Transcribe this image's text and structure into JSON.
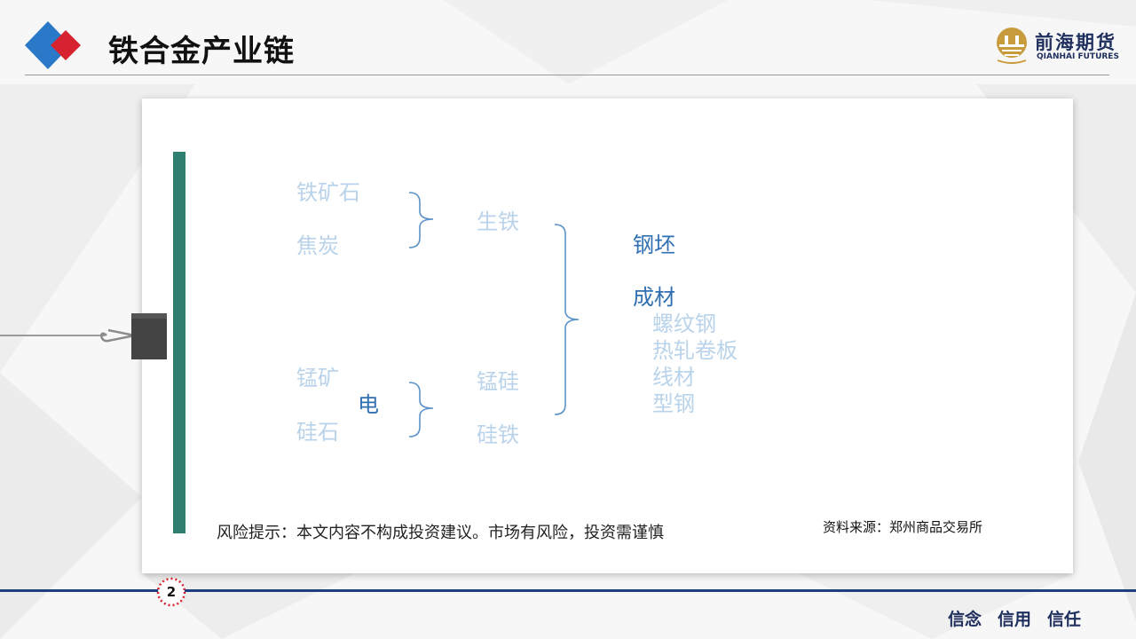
{
  "header": {
    "title": "铁合金产业链",
    "brand_cn": "前海期货",
    "brand_en": "QIANHAI FUTURES"
  },
  "diagram": {
    "inputs_top": [
      "铁矿石",
      "焦炭"
    ],
    "mid_top": "生铁",
    "inputs_bottom": [
      "锰矿",
      "硅石"
    ],
    "power": "电",
    "mid_bottom": [
      "锰硅",
      "硅铁"
    ],
    "outputs": {
      "billet": "钢坯",
      "finished": "成材",
      "products": [
        "螺纹钢",
        "热轧卷板",
        "线材",
        "型钢"
      ]
    }
  },
  "footer": {
    "risk_notice": "风险提示：本文内容不构成投资建议。市场有风险，投资需谨慎",
    "source": "资料来源：郑州商品交易所",
    "page_number": "2",
    "slogans": [
      "信念",
      "信用",
      "信任"
    ]
  },
  "colors": {
    "accent_blue": "#2f6fb2",
    "faded_blue": "#b9d3ea",
    "green_bar": "#2e7f70",
    "navy": "#1f2f5e",
    "diamond_red": "#d7222f",
    "diamond_blue": "#2a78c8"
  }
}
